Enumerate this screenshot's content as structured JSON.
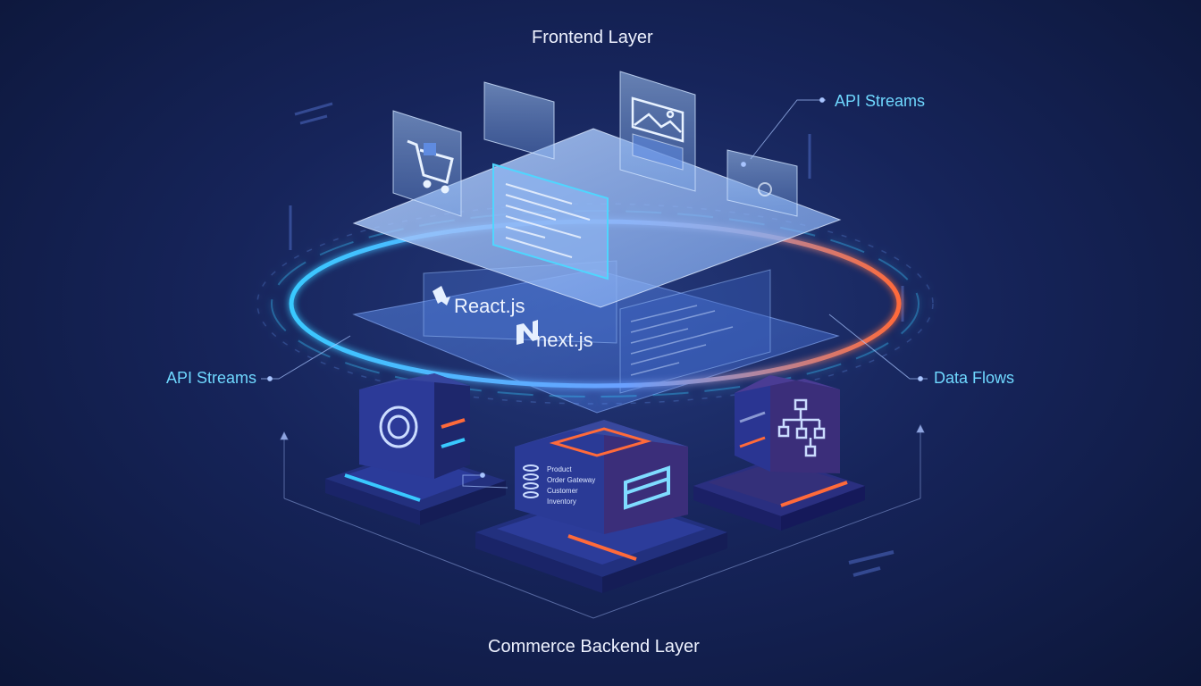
{
  "labels": {
    "top": "Frontend Layer",
    "bottom": "Commerce Backend Layer",
    "api_right": "API Streams",
    "api_left": "API Streams",
    "data_flows": "Data Flows"
  },
  "logos": {
    "react": "React.js",
    "next": "next.js"
  },
  "panel_text": {
    "backend_list": [
      "Product",
      "Order Gateway",
      "Customer",
      "Inventory"
    ]
  },
  "colors": {
    "background": "#16245a",
    "accent_cyan": "#39c9ff",
    "accent_orange": "#ff6a3a",
    "server_blue": "#2a3a9a",
    "server_purple": "#3b2e7a",
    "label_cyan": "#6fd8ff"
  },
  "icons": [
    "cart-icon",
    "image-icon",
    "database-icon",
    "card-icon",
    "target-icon",
    "network-icon"
  ]
}
